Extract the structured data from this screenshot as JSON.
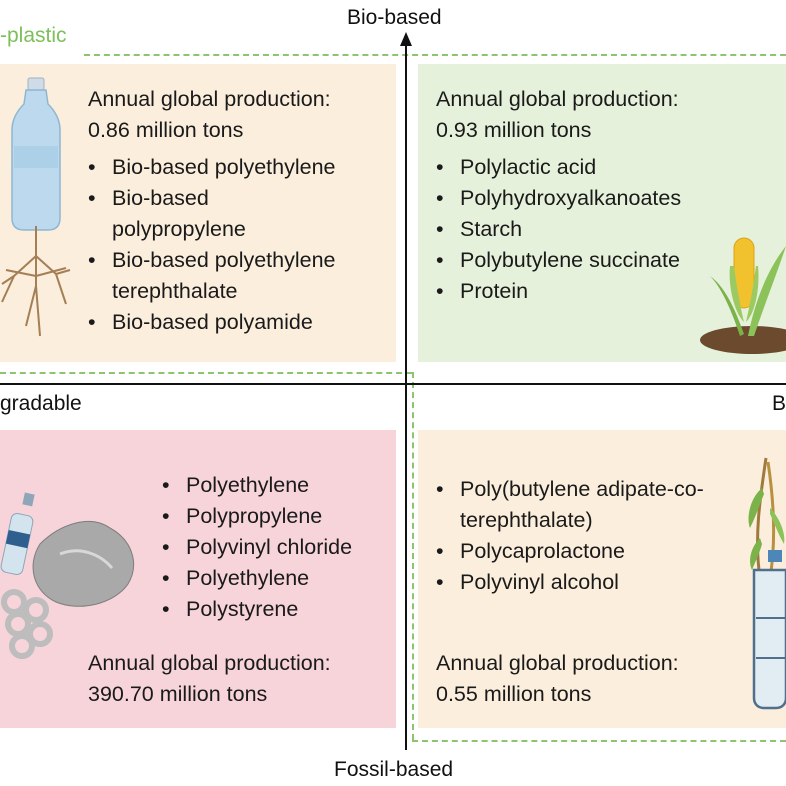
{
  "axes": {
    "top": "Bio-based",
    "bottom": "Fossil-based",
    "left": "gradable",
    "right": "B",
    "top_left_tag": "-plastic"
  },
  "colors": {
    "tl_bg": "#fbeedd",
    "tr_bg": "#e6f1dc",
    "bl_bg": "#f6d4da",
    "br_bg": "#fbeedd",
    "dash": "#8cc56d",
    "tag_text": "#7cc05a"
  },
  "quadrants": {
    "top_left": {
      "production_label": "Annual global production:",
      "production_value": "0.86 million tons",
      "items": [
        "Bio-based polyethylene",
        "Bio-based polypropylene",
        "Bio-based polyethylene terephthalate",
        "Bio-based polyamide"
      ],
      "icon": "bottle-with-roots-icon"
    },
    "top_right": {
      "production_label": "Annual global production:",
      "production_value": "0.93 million tons",
      "items": [
        "Polylactic acid",
        "Polyhydroxyalkanoates",
        "Starch",
        "Polybutylene succinate",
        "Protein"
      ],
      "icon": "corn-plant-icon"
    },
    "bottom_left": {
      "production_label": "Annual global production:",
      "production_value": "390.70 million tons",
      "items": [
        "Polyethylene",
        "Polypropylene",
        "Polyvinyl chloride",
        "Polyethylene",
        "Polystyrene"
      ],
      "icon": "plastic-waste-icon"
    },
    "bottom_right": {
      "production_label": "Annual global production:",
      "production_value": "0.55 million tons",
      "items": [
        "Poly(butylene adipate-co-terephthalate)",
        "Polycaprolactone",
        "Polyvinyl alcohol"
      ],
      "icon": "bottle-with-plant-icon"
    }
  }
}
